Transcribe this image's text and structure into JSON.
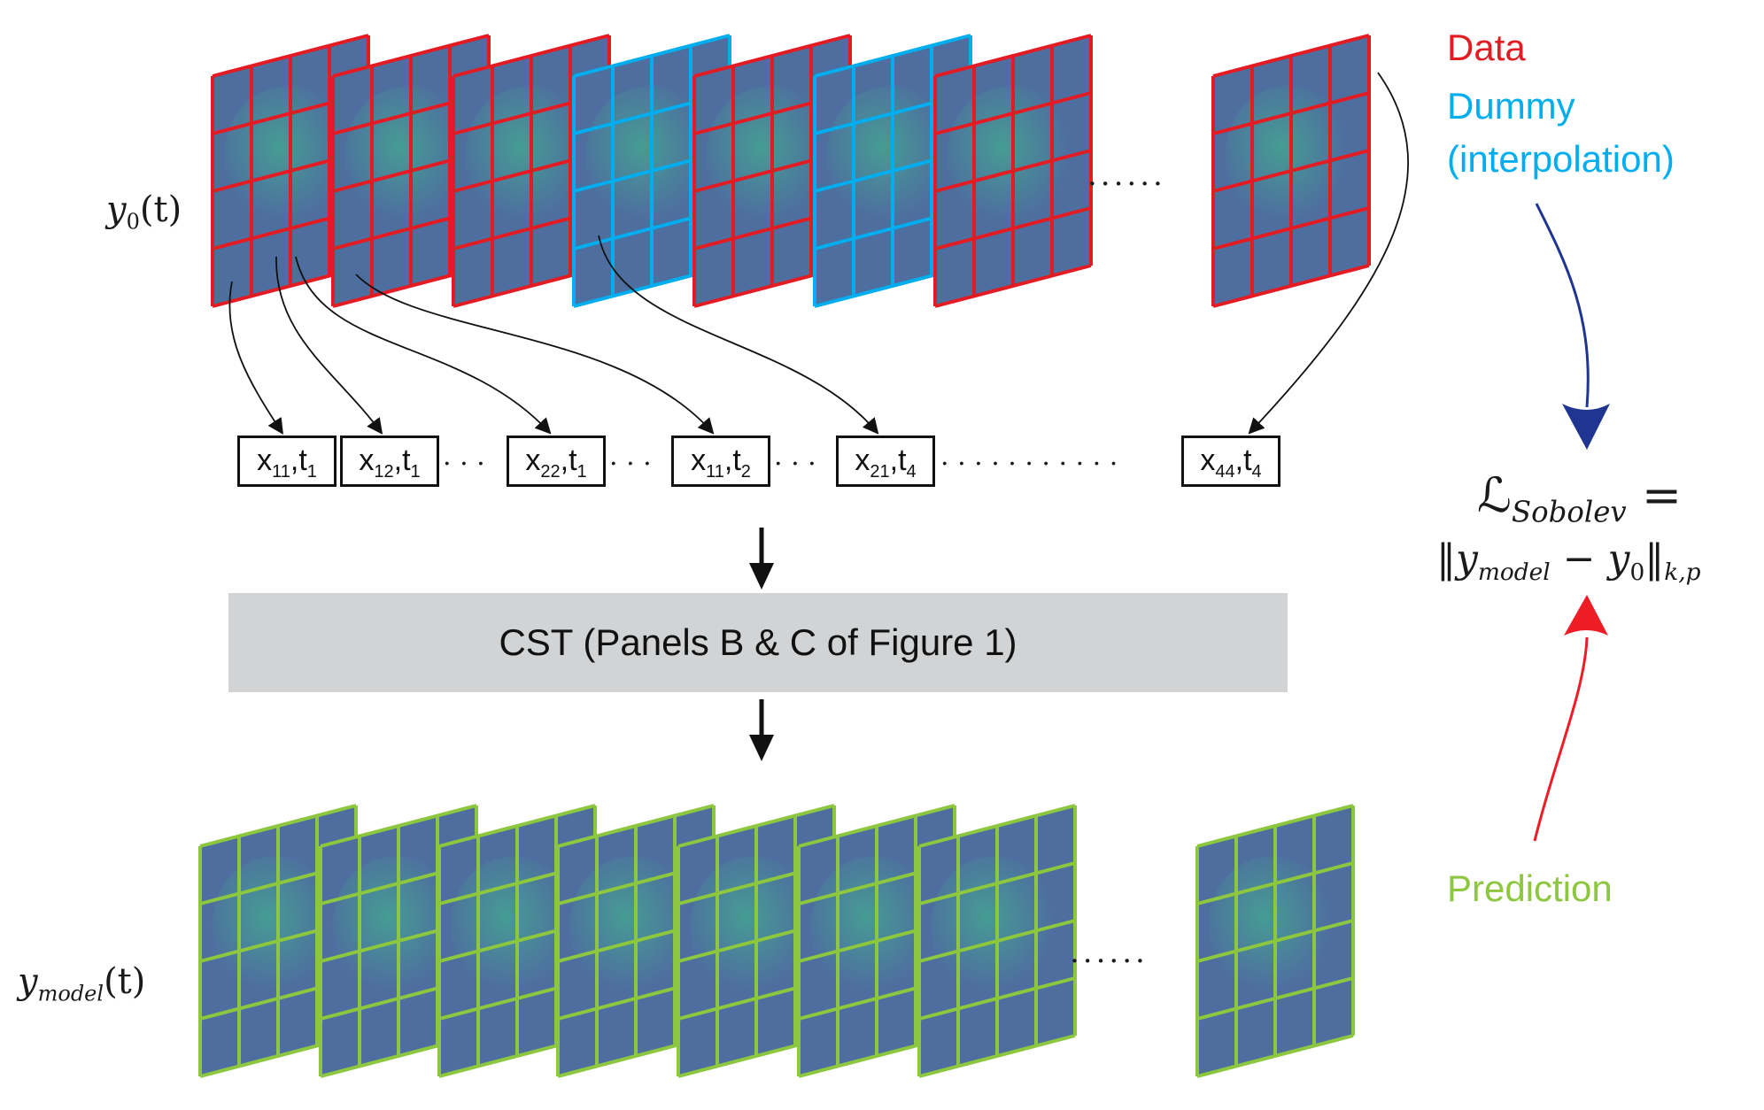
{
  "legend": {
    "data_label": "Data",
    "dummy_label": "Dummy",
    "dummy_sub": "(interpolation)",
    "prediction_label": "Prediction",
    "colors": {
      "data": "#e31b23",
      "dummy": "#00aeef",
      "prediction": "#8dc63f",
      "loss_arrow_top": "#1f3591",
      "loss_arrow_bottom": "#ee1c25"
    }
  },
  "labels": {
    "y0": {
      "base": "y",
      "sub": "0",
      "arg": "(t)"
    },
    "ymodel": {
      "base": "y",
      "sub": "model",
      "arg": "(t)"
    },
    "ellipsis": "......"
  },
  "tokens": [
    {
      "x": "x",
      "xs": "11",
      "t": "t",
      "ts": "1"
    },
    {
      "x": "x",
      "xs": "12",
      "t": "t",
      "ts": "1"
    },
    {
      "x": "x",
      "xs": "22",
      "t": "t",
      "ts": "1"
    },
    {
      "x": "x",
      "xs": "11",
      "t": "t",
      "ts": "2"
    },
    {
      "x": "x",
      "xs": "21",
      "t": "t",
      "ts": "4"
    },
    {
      "x": "x",
      "xs": "44",
      "t": "t",
      "ts": "4"
    }
  ],
  "token_dots": [
    ". . .",
    ". . .",
    ". . .",
    ". . . . . . . . . . ."
  ],
  "cst_label": "CST (Panels B & C of Figure 1)",
  "loss": {
    "symbol": "ℒ",
    "sub": "Sobolev",
    "eq": "=",
    "norm_left": "‖y",
    "norm_left_sub": "model",
    "minus": "− y",
    "minus_sub": "0",
    "norm_right": "‖",
    "norm_sub": "k,p"
  },
  "frames": {
    "top_sequence": [
      "data",
      "data",
      "data",
      "dummy",
      "data",
      "dummy",
      "data",
      "data"
    ],
    "bottom_sequence": [
      "prediction",
      "prediction",
      "prediction",
      "prediction",
      "prediction",
      "prediction",
      "prediction",
      "prediction"
    ],
    "grid": "4x4",
    "fill_color": "#4e6e9f"
  }
}
